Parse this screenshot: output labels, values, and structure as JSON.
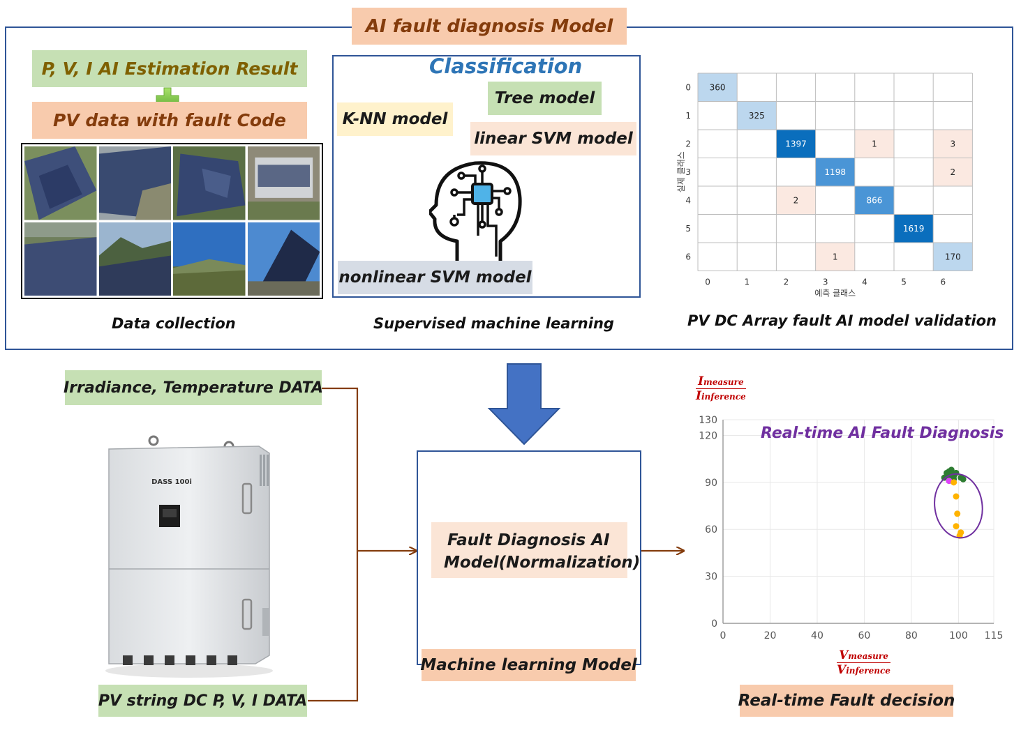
{
  "title": "AI fault diagnosis Model",
  "data_collection": {
    "estimation_label": "P, V, I  AI Estimation Result",
    "plus_icon": "green-plus-icon",
    "fault_code_label": "PV data with fault Code",
    "caption": "Data collection"
  },
  "classification": {
    "title": "Classification",
    "tree": "Tree model",
    "knn": "K-NN model",
    "linear_svm": "linear SVM model",
    "nonlinear_svm": "nonlinear SVM model",
    "brain_icon": "ai-brain-chip-icon",
    "caption": "Supervised machine learning"
  },
  "validation": {
    "caption": "PV  DC Array fault AI model validation",
    "ylabel": "실제 클래스",
    "xlabel": "예측 클래스"
  },
  "chart_data": [
    {
      "type": "heatmap",
      "title": "",
      "xlabel": "예측 클래스",
      "ylabel": "실제 클래스",
      "x_ticks": [
        "0",
        "1",
        "2",
        "3",
        "4",
        "5",
        "6"
      ],
      "y_ticks": [
        "0",
        "1",
        "2",
        "3",
        "4",
        "5",
        "6"
      ],
      "cells": [
        {
          "row": 0,
          "col": 0,
          "value": 360
        },
        {
          "row": 1,
          "col": 1,
          "value": 325
        },
        {
          "row": 2,
          "col": 2,
          "value": 1397
        },
        {
          "row": 2,
          "col": 4,
          "value": 1
        },
        {
          "row": 2,
          "col": 6,
          "value": 3
        },
        {
          "row": 3,
          "col": 3,
          "value": 1198
        },
        {
          "row": 3,
          "col": 6,
          "value": 2
        },
        {
          "row": 4,
          "col": 2,
          "value": 2
        },
        {
          "row": 4,
          "col": 4,
          "value": 866
        },
        {
          "row": 5,
          "col": 5,
          "value": 1619
        },
        {
          "row": 6,
          "col": 3,
          "value": 1
        },
        {
          "row": 6,
          "col": 6,
          "value": 170
        }
      ],
      "colors": {
        "strong": "#0a6ebd",
        "medium": "#4a95d6",
        "light": "#bcd7ee",
        "error": "#fbe9e1"
      }
    },
    {
      "type": "scatter",
      "title": "Real-time AI Fault Diagnosis",
      "xlabel": "V_measure / V_inference",
      "ylabel": "I_measure / I_inference",
      "xlim": [
        0,
        115
      ],
      "ylim": [
        0,
        130
      ],
      "x_ticks": [
        0,
        20,
        40,
        60,
        80,
        100,
        115
      ],
      "y_ticks": [
        0,
        30,
        60,
        90,
        120,
        130
      ],
      "grid": true,
      "series": [
        {
          "color": "#2e7d32",
          "points": [
            [
              96,
              93
            ],
            [
              97,
              95
            ],
            [
              95,
              96
            ],
            [
              98,
              94
            ],
            [
              96,
              97
            ],
            [
              97,
              98
            ],
            [
              95,
              94
            ],
            [
              99,
              96
            ],
            [
              98,
              92
            ],
            [
              96,
              91
            ],
            [
              94,
              93
            ],
            [
              97,
              96
            ],
            [
              101,
              93
            ],
            [
              102,
              92
            ]
          ]
        },
        {
          "color": "#e040fb",
          "points": [
            [
              96,
              91
            ]
          ]
        },
        {
          "color": "#ffb300",
          "points": [
            [
              98,
              90
            ],
            [
              99,
              81
            ],
            [
              99.5,
              70
            ],
            [
              99,
              62
            ],
            [
              101,
              58
            ],
            [
              100.5,
              56
            ]
          ]
        }
      ],
      "annotation_shape": "ellipse"
    }
  ],
  "realtime": {
    "irradiance_label": "Irradiance, Temperature DATA",
    "dc_label": "PV string DC P, V, I DATA",
    "inverter_brand": "DASS 100i",
    "inverter_icon": "inverter-device-icon",
    "fault_model_line1": "Fault Diagnosis AI",
    "fault_model_line2": "Model(Normalization)",
    "ml_model": "Machine learning Model",
    "chart_title": "Real-time AI Fault Diagnosis",
    "decision": "Real-time Fault decision",
    "y_frac_num": "I",
    "y_frac_num_sub": "measure",
    "y_frac_den": "I",
    "y_frac_den_sub": "inference",
    "x_frac_num": "V",
    "x_frac_num_sub": "measure",
    "x_frac_den": "V",
    "x_frac_den_sub": "inference"
  },
  "colors": {
    "frame_blue": "#2f5597",
    "arrow_blue": "#4472c4",
    "connector_brown": "#843c0c",
    "classification_blue": "#2e75b6",
    "purple_title": "#7030a0",
    "dark_red": "#c00000"
  }
}
